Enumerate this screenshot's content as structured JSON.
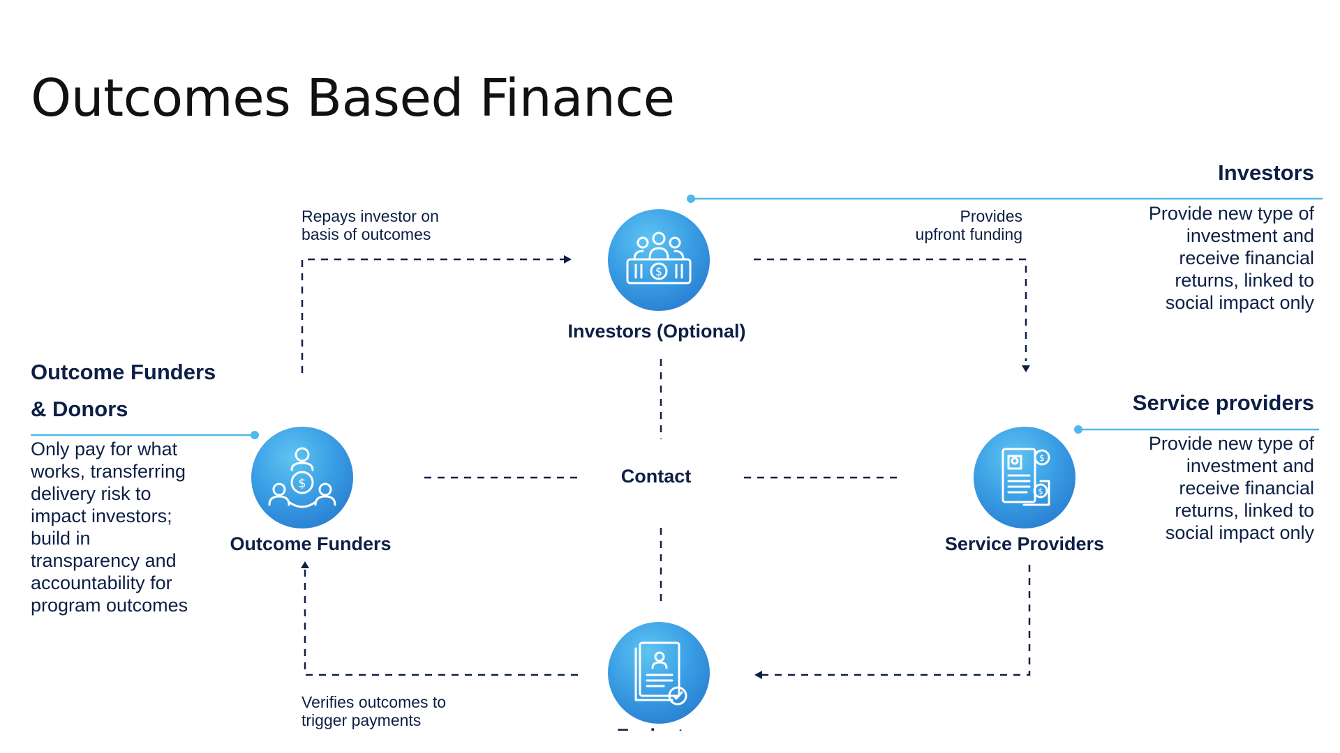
{
  "title": "Outcomes Based Finance",
  "nodes": {
    "investors": {
      "label": "Investors (Optional)",
      "icon": "investors-money-icon"
    },
    "outcome_funders": {
      "label": "Outcome Funders",
      "icon": "funders-money-icon"
    },
    "service_providers": {
      "label": "Service Providers",
      "icon": "provider-document-icon"
    },
    "evaluator": {
      "label": "Evaluator",
      "icon": "evaluator-certificate-icon"
    },
    "center": {
      "label": "Contact"
    }
  },
  "flows": {
    "repays": [
      "Repays investor on",
      "basis of outcomes"
    ],
    "provides": [
      "Provides",
      "upfront funding"
    ],
    "verifies": [
      "Verifies outcomes to",
      "trigger payments"
    ]
  },
  "side_panels": {
    "funders": {
      "heading": [
        "Outcome Funders",
        "& Donors"
      ],
      "description": [
        "Only pay for what",
        "works, transferring",
        "delivery risk to",
        "impact investors;",
        "build in",
        "transparency and",
        "accountability for",
        "program outcomes"
      ]
    },
    "investors": {
      "heading": "Investors",
      "description": [
        "Provide new type of",
        "investment and",
        "receive financial",
        "returns, linked to",
        "social impact only"
      ]
    },
    "service_providers": {
      "heading": "Service providers",
      "description": [
        "Provide new type of",
        "investment and",
        "receive financial",
        "returns, linked to",
        "social impact only"
      ]
    }
  },
  "colors": {
    "accent_line": "#4fb8ec",
    "text_dark": "#0d1f45",
    "circle_light": "#5ec4f2",
    "circle_dark": "#1f6fc8"
  }
}
